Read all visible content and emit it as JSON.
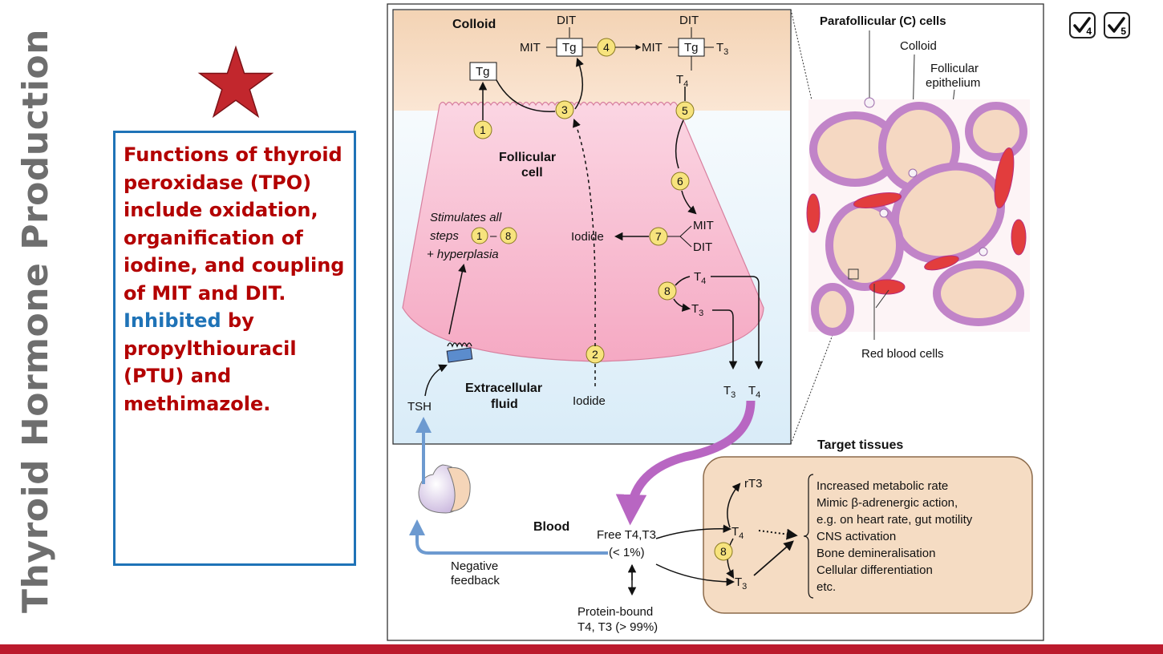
{
  "slide": {
    "title": "Thyroid Hormone Production",
    "bullet_red": "Functions of thyroid peroxidase (TPO) include oxidation, organification of iodine, and coupling of MIT and DIT.",
    "bullet_blue": "Inhibited",
    "bullet_red_end": "by propylthiouracil (PTU) and methimazole.",
    "check_4": "4",
    "check_5": "5",
    "colors": {
      "accent_red": "#b30000",
      "accent_blue": "#1f73b7",
      "footer_bar": "#bb1a2d"
    }
  },
  "diagram": {
    "colloid": "Colloid",
    "dit_left": "DIT",
    "dit_right": "DIT",
    "mit_left": "MIT",
    "mit_right": "MIT",
    "tg_top": "Tg",
    "tg_right": "Tg",
    "tg_free": "Tg",
    "t3_sub": "3",
    "t4_sub": "4",
    "t_label": "T",
    "step_1": "1",
    "step_2": "2",
    "step_3": "3",
    "step_4": "4",
    "step_5": "5",
    "step_6": "6",
    "step_7": "7",
    "step_8": "8",
    "follicular_cell_1": "Follicular",
    "follicular_cell_2": "cell",
    "stimulates_1": "Stimulates all",
    "stimulates_2": "steps",
    "dash": "–",
    "hyperplasia": "+ hyperplasia",
    "iodide_cell": "Iodide",
    "mit_cell": "MIT",
    "dit_cell": "DIT",
    "extracellular_1": "Extracellular",
    "extracellular_2": "fluid",
    "iodide_ecf": "Iodide",
    "tsh": "TSH",
    "parafollicular": "Parafollicular (C) cells",
    "colloid_histo": "Colloid",
    "follicular_epi_1": "Follicular",
    "follicular_epi_2": "epithelium",
    "red_blood_cells": "Red blood cells",
    "target_tissues": "Target tissues",
    "blood": "Blood",
    "free_t4t3": "Free T4,T3",
    "free_pct": "(< 1%)",
    "negative_1": "Negative",
    "negative_2": "feedback",
    "protein_bound_1": "Protein-bound",
    "protein_bound_2": "T4, T3 (> 99%)",
    "rt3": "rT3",
    "effects": [
      "Increased metabolic rate",
      "Mimic β-adrenergic action,",
      "e.g. on heart rate, gut motility",
      "CNS activation",
      "Bone demineralisation",
      "Cellular differentiation",
      "etc."
    ]
  }
}
